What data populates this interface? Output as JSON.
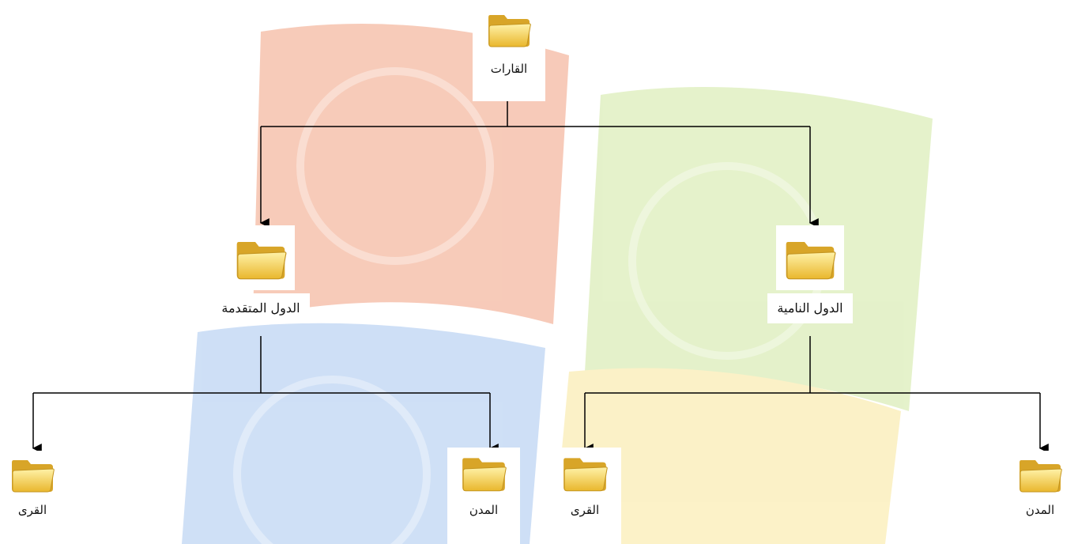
{
  "diagram": {
    "root": {
      "label": "القارات",
      "icon": "folder-icon"
    },
    "branches": [
      {
        "label": "الدول المتقدمة",
        "icon": "folder-icon",
        "children": [
          {
            "label": "القرى",
            "icon": "folder-icon"
          },
          {
            "label": "المدن",
            "icon": "folder-icon"
          }
        ]
      },
      {
        "label": "الدول النامية",
        "icon": "folder-icon",
        "children": [
          {
            "label": "القرى",
            "icon": "folder-icon"
          },
          {
            "label": "المدن",
            "icon": "folder-icon"
          }
        ]
      }
    ]
  },
  "colors": {
    "background": "#ffffff",
    "connector": "#000000",
    "folder_fill": "#f7d44a",
    "wallpaper_red": "#f1a080",
    "wallpaper_green": "#cfe7a0",
    "wallpaper_blue": "#a7c6ef",
    "wallpaper_yellow": "#f9e79a"
  }
}
